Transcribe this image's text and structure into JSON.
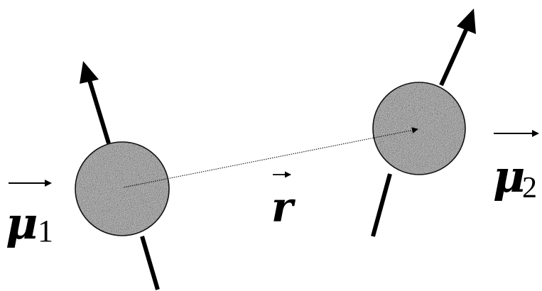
{
  "diagram": {
    "labels": {
      "mu1_symbol": "μ",
      "mu1_subscript": "1",
      "mu2_symbol": "μ",
      "mu2_subscript": "2",
      "r_symbol": "r"
    },
    "colors": {
      "ink": "#000000",
      "particle_base": "#8f8f8f",
      "particle_outline": "#111111",
      "background": "#ffffff"
    },
    "icons": {
      "particle_1": "speckled-sphere-icon",
      "particle_2": "speckled-sphere-icon",
      "spin_1": "arrow-up-icon",
      "spin_2": "arrow-up-icon"
    }
  }
}
